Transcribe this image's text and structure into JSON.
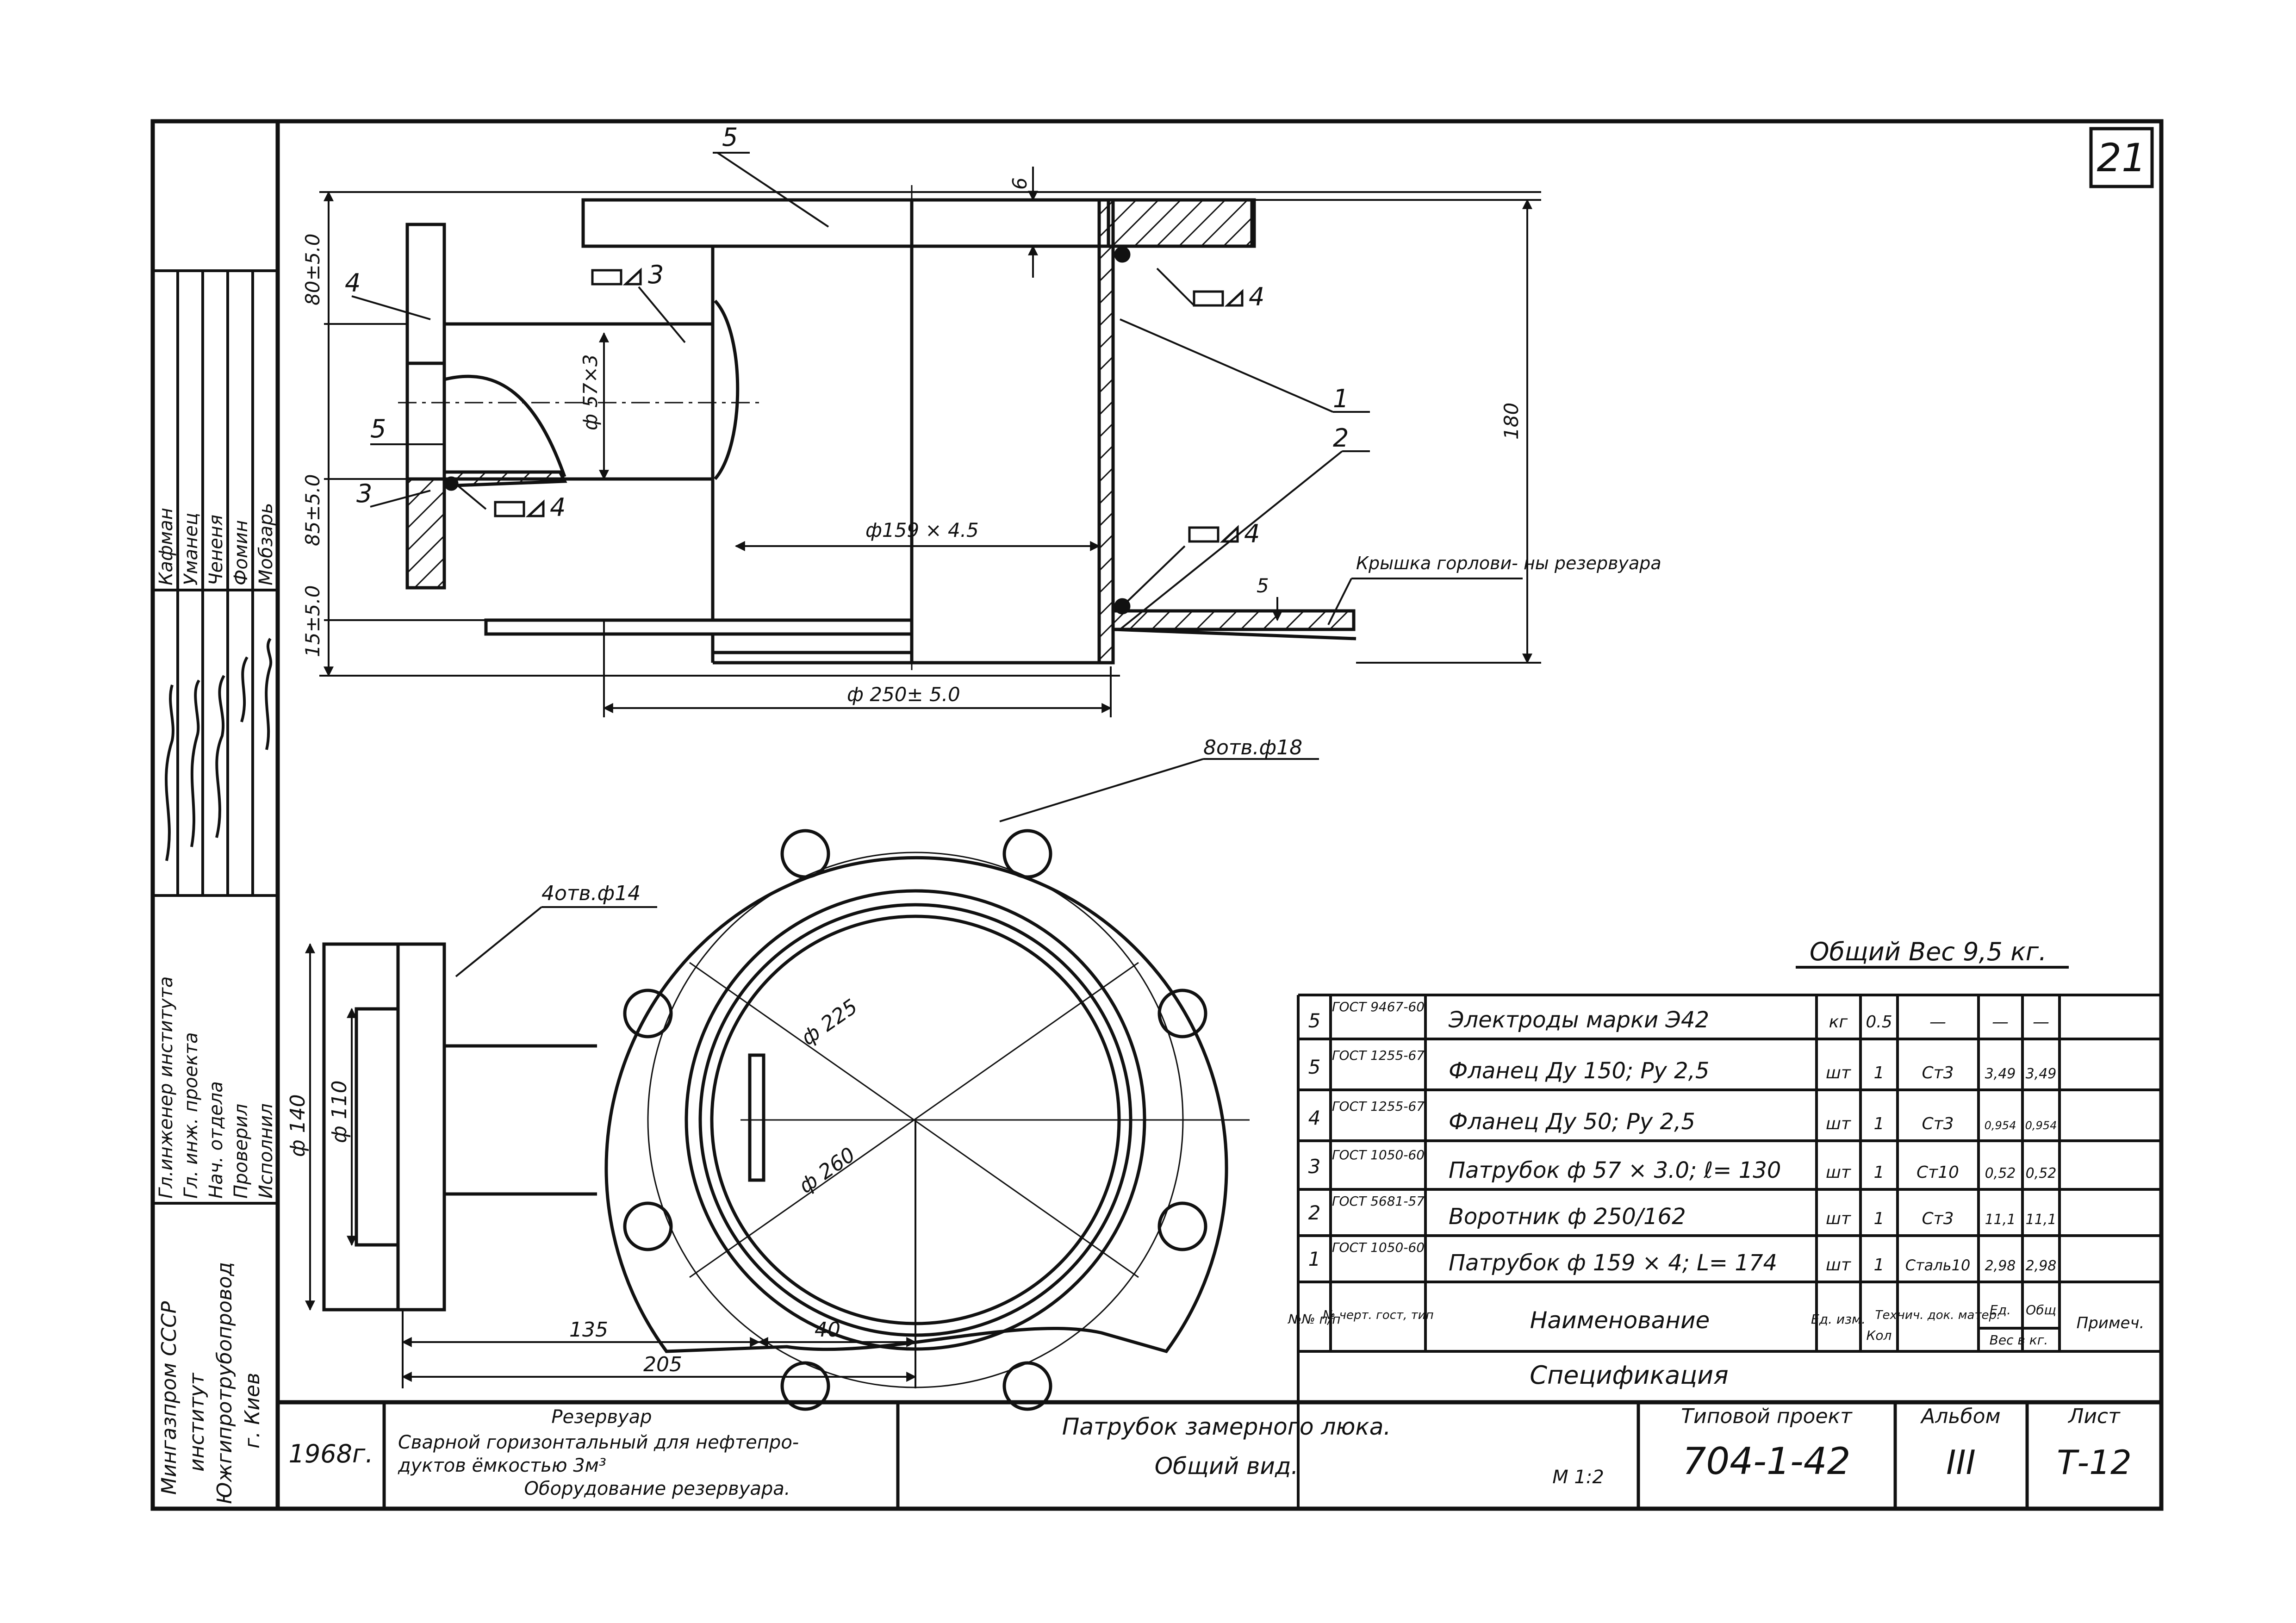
{
  "sheet": {
    "sheet_number_box": "21",
    "total_weight": "Общий Вес 9,5 кг."
  },
  "side_panel": {
    "names": [
      "Кафман",
      "Уманец",
      "Чененя",
      "Фомин",
      "Мобзарь"
    ],
    "roles": [
      "Гл.инженер института",
      "Гл. инж. проекта",
      "Нач. отдела",
      "Проверил",
      "Исполнил"
    ],
    "org": [
      "Мингазпром СССР",
      "институт",
      "Южгипротрубопровод",
      "г. Киев"
    ]
  },
  "top_view": {
    "labels": {
      "p5_top": "5",
      "p4": "4",
      "p5_mid": "5",
      "p3": "3",
      "p1": "1",
      "p2": "2",
      "p6": "6",
      "weld3": "3",
      "weld4_a": "4",
      "weld4_b": "4",
      "weld4_c": "4"
    },
    "dims": {
      "d80": "80±5.0",
      "d85": "85±5.0",
      "d15": "15±5.0",
      "d180": "180",
      "pipe57": "ф 57×3",
      "pipe159": "ф159 × 4.5",
      "d250": "ф 250± 5.0",
      "d5": "5"
    },
    "note": "Крышка горлови- ны резервуара"
  },
  "bottom_view": {
    "holes8": "8отв.ф18",
    "holes4": "4отв.ф14",
    "d225": "ф 225",
    "d260": "ф 260",
    "d140": "ф 140",
    "d110": "ф 110",
    "d135": "135",
    "d205": "205",
    "d40": "40"
  },
  "spec_table": {
    "caption": "Спецификация",
    "header": {
      "num": "№№ п/п",
      "gost": "№ черт. гост, тип",
      "name": "Наименование",
      "unit": "Ед. изм.",
      "qty": "Кол",
      "mat": "Технич. док. матер.",
      "w_unit": "Ед.",
      "w_total": "Общ",
      "weight": "Вес в кг.",
      "note": "Примеч."
    },
    "rows": [
      {
        "n": "5",
        "gost": "ГОСТ 9467-60",
        "name": "Электроды марки Э42",
        "unit": "кг",
        "qty": "0.5",
        "mat": "—",
        "w1": "—",
        "w2": "—"
      },
      {
        "n": "5",
        "gost": "ГОСТ 1255-67",
        "name": "Фланец Ду 150; Ру 2,5",
        "unit": "шт",
        "qty": "1",
        "mat": "Ст3",
        "w1": "3,49",
        "w2": "3,49"
      },
      {
        "n": "4",
        "gost": "ГОСТ 1255-67",
        "name": "Фланец Ду 50; Ру 2,5",
        "unit": "шт",
        "qty": "1",
        "mat": "Ст3",
        "w1": "0,954",
        "w2": "0,954"
      },
      {
        "n": "3",
        "gost": "ГОСТ 1050-60",
        "name": "Патрубок ф 57 × 3.0; ℓ= 130",
        "unit": "шт",
        "qty": "1",
        "mat": "Ст10",
        "w1": "0,52",
        "w2": "0,52"
      },
      {
        "n": "2",
        "gost": "ГОСТ 5681-57",
        "name": "Воротник ф 250/162",
        "unit": "шт",
        "qty": "1",
        "mat": "Ст3",
        "w1": "11,1",
        "w2": "11,1"
      },
      {
        "n": "1",
        "gost": "ГОСТ 1050-60",
        "name": "Патрубок ф 159 × 4; L= 174",
        "unit": "шт",
        "qty": "1",
        "mat": "Сталь10",
        "w1": "2,98",
        "w2": "2,98"
      }
    ]
  },
  "title_block": {
    "year": "1968г.",
    "obj_title": "Резервуар",
    "obj_desc1": "Сварной горизонтальный для нефтепро-",
    "obj_desc2": "дуктов ёмкостью 3м³",
    "obj_desc3": "Оборудование резервуара.",
    "drawing_title1": "Патрубок замерного люка.",
    "drawing_title2": "Общий вид.",
    "scale": "М 1:2",
    "proj_label": "Типовой проект",
    "proj_value": "704-1-42",
    "album_label": "Альбом",
    "album_value": "III",
    "sheet_label": "Лист",
    "sheet_value": "Т-12"
  }
}
